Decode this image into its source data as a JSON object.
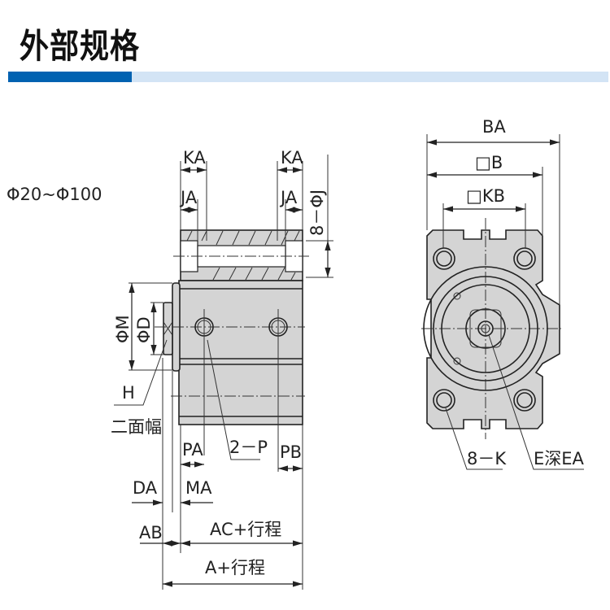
{
  "header": {
    "title": "外部规格"
  },
  "accent_colors": {
    "bar_dark": "#0062b1",
    "bar_light": "#d3e4f5",
    "part_fill": "#d4d4d4"
  },
  "side_view": {
    "size_range": "Φ20~Φ100",
    "labels": {
      "ka_left": "KA",
      "ka_right": "KA",
      "ja_left": "JA",
      "ja_right": "JA",
      "mount_holes": "8－ΦJ",
      "phi_m": "ΦM",
      "phi_d": "ΦD",
      "h": "H",
      "width_across_flats": "二面幅",
      "pa": "PA",
      "ports": "2－P",
      "pb": "PB",
      "da": "DA",
      "ma": "MA",
      "ab": "AB",
      "ac_stroke": "AC+行程",
      "a_stroke": "A+行程"
    }
  },
  "end_view": {
    "labels": {
      "ba": "BA",
      "b": "□B",
      "kb": "□KB",
      "k_holes": "8－K",
      "thread": "E深EA"
    }
  }
}
